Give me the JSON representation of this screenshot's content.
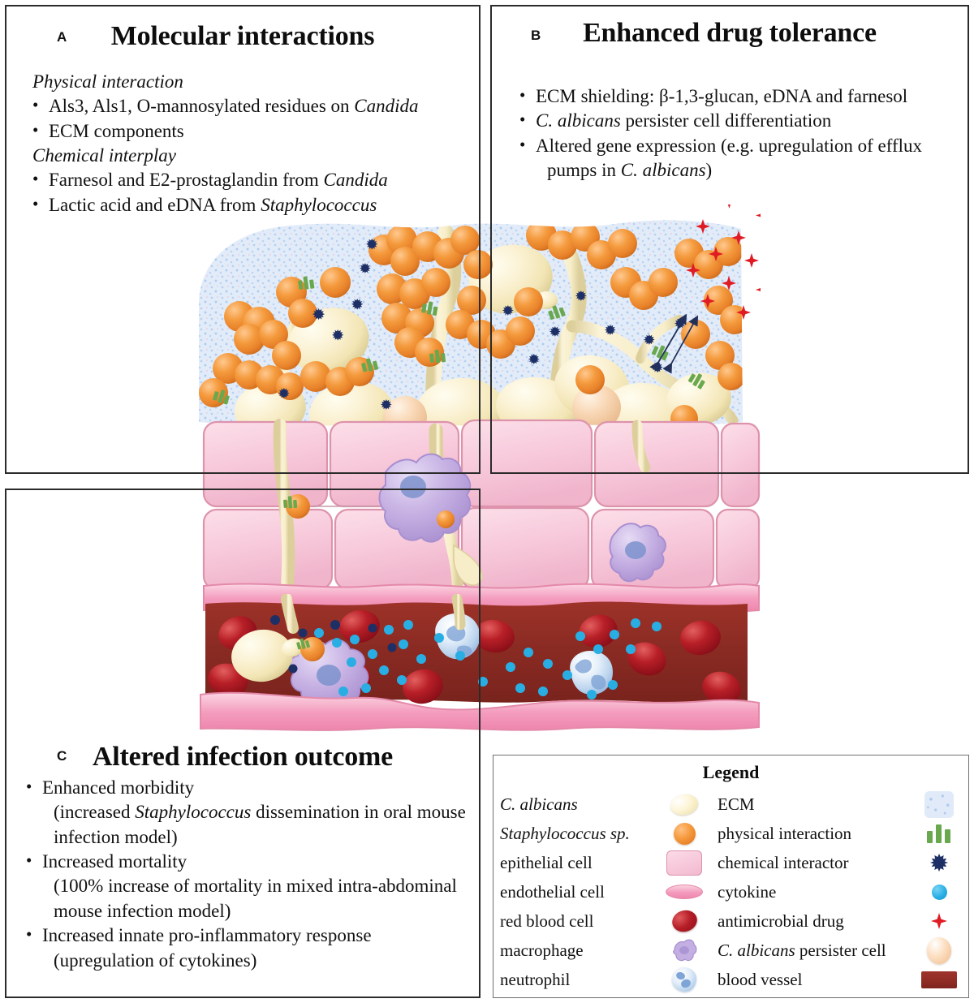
{
  "figure": {
    "kind": "schematic-diagram",
    "subject": "Candida albicans and Staphylococcus polymicrobial biofilm on epithelium"
  },
  "panels": {
    "a": {
      "letter": "A",
      "title": "Molecular interactions",
      "blocks": [
        {
          "type": "subhead",
          "text": "Physical interaction"
        },
        {
          "type": "bullet",
          "pre": "Als3, Als1, O-mannosylated residues on ",
          "italic": "Candida",
          "post": ""
        },
        {
          "type": "bullet",
          "pre": "ECM components",
          "italic": "",
          "post": ""
        },
        {
          "type": "subhead",
          "text": "Chemical interplay"
        },
        {
          "type": "bullet",
          "pre": "Farnesol and E2-prostaglandin from ",
          "italic": "Candida",
          "post": ""
        },
        {
          "type": "bullet",
          "pre": "Lactic acid and eDNA from ",
          "italic": "Staphylococcus",
          "post": ""
        }
      ]
    },
    "b": {
      "letter": "B",
      "title": "Enhanced drug tolerance",
      "blocks": [
        {
          "type": "bullet",
          "pre": "ECM shielding: β-1,3-glucan, eDNA and farnesol",
          "italic": "",
          "post": ""
        },
        {
          "type": "bullet",
          "pre": "",
          "italic": "C. albicans",
          "post": " persister cell differentiation"
        },
        {
          "type": "bullet",
          "pre": "Altered gene expression (e.g. upregulation of efflux",
          "italic": "",
          "post": ""
        },
        {
          "type": "cont",
          "pre": "pumps in ",
          "italic": "C. albicans",
          "post": ")"
        }
      ]
    },
    "c": {
      "letter": "C",
      "title": "Altered infection outcome",
      "blocks": [
        {
          "type": "bullet",
          "pre": "Enhanced morbidity",
          "italic": "",
          "post": ""
        },
        {
          "type": "cont",
          "pre": "(increased ",
          "italic": "Staphylococcus",
          "post": " dissemination in oral mouse"
        },
        {
          "type": "cont",
          "pre": "infection model)",
          "italic": "",
          "post": ""
        },
        {
          "type": "bullet",
          "pre": "Increased mortality",
          "italic": "",
          "post": ""
        },
        {
          "type": "cont",
          "pre": "(100% increase of mortality in mixed intra-abdominal",
          "italic": "",
          "post": ""
        },
        {
          "type": "cont",
          "pre": "mouse infection model)",
          "italic": "",
          "post": ""
        },
        {
          "type": "bullet",
          "pre": "Increased innate pro-inflammatory response",
          "italic": "",
          "post": ""
        },
        {
          "type": "cont",
          "pre": "(upregulation of cytokines)",
          "italic": "",
          "post": ""
        }
      ]
    }
  },
  "legend": {
    "title": "Legend",
    "rows": [
      {
        "left_label": "C. albicans",
        "left_label_italic": true,
        "left_icon": "candida-cell-icon",
        "right_label": "ECM",
        "right_label_italic": false,
        "right_label_pre": "",
        "right_icon": "ecm-matrix-icon"
      },
      {
        "left_label": "Staphylococcus sp.",
        "left_label_italic": true,
        "left_icon": "staphylococcus-cell-icon",
        "right_label": "physical interaction",
        "right_label_italic": false,
        "right_label_pre": "",
        "right_icon": "physical-interaction-icon"
      },
      {
        "left_label": "epithelial cell",
        "left_label_italic": false,
        "left_icon": "epithelial-cell-icon",
        "right_label": "chemical interactor",
        "right_label_italic": false,
        "right_label_pre": "",
        "right_icon": "chemical-interactor-icon"
      },
      {
        "left_label": "endothelial cell",
        "left_label_italic": false,
        "left_icon": "endothelial-cell-icon",
        "right_label": "cytokine",
        "right_label_italic": false,
        "right_label_pre": "",
        "right_icon": "cytokine-icon"
      },
      {
        "left_label": "red blood cell",
        "left_label_italic": false,
        "left_icon": "red-blood-cell-icon",
        "right_label": "antimicrobial drug",
        "right_label_italic": false,
        "right_label_pre": "",
        "right_icon": "antimicrobial-drug-icon"
      },
      {
        "left_label": "macrophage",
        "left_label_italic": false,
        "left_icon": "macrophage-icon",
        "right_label": " persister cell",
        "right_label_italic": false,
        "right_label_pre": "C. albicans",
        "right_icon": "persister-cell-icon"
      },
      {
        "left_label": "neutrophil",
        "left_label_italic": false,
        "left_icon": "neutrophil-icon",
        "right_label": "blood vessel",
        "right_label_italic": false,
        "right_label_pre": "",
        "right_icon": "blood-vessel-icon"
      }
    ]
  },
  "colors": {
    "ecm_matrix": "#dfe9f8",
    "ecm_speckle": "#96b9eb",
    "candida_cell": "#f7ecc4",
    "candida_highlight": "#fffdf0",
    "staphylococcus": "#ee8c2f",
    "staphylococcus_highlight": "#ffc182",
    "epithelial_cell": "#f7c8da",
    "epithelial_border": "#dd93ac",
    "endothelial_cell": "#f39bbd",
    "blood_vessel_lumen": "#8f2c24",
    "red_blood_cell": "#b51d26",
    "neutrophil": "#bcd4ee",
    "neutrophil_nucleus": "#7fa4d6",
    "macrophage": "#c2aee0",
    "macrophage_nucleus": "#7d92cc",
    "physical_interaction": "#6aa84f",
    "chemical_interactor": "#1e2f66",
    "cytokine": "#29aee4",
    "antimicrobial_drug": "#e01b24",
    "persister_cell": "#f6cda6",
    "panel_border": "#2b2b2b",
    "legend_border": "#6f6f6f",
    "text": "#111111"
  },
  "illustration": {
    "layers": [
      {
        "name": "biofilm-ecm-layer",
        "description": "light blue speckled extracellular matrix blob containing mixed biofilm"
      },
      {
        "name": "epithelium-layer",
        "description": "two rows of pink epithelial cells penetrated by Candida hyphae"
      },
      {
        "name": "endothelium-layer",
        "description": "darker pink wavy endothelial cell lining"
      },
      {
        "name": "blood-vessel-layer",
        "description": "dark red vessel lumen with red blood cells, neutrophils, macrophage, cytokines"
      }
    ],
    "annotations": {
      "drug_cluster": "antimicrobial drug particles outside and at the edge of the ECM",
      "exchange_arrows": "two double-headed arrows indicating bidirectional chemical exchange within the ECM"
    }
  }
}
